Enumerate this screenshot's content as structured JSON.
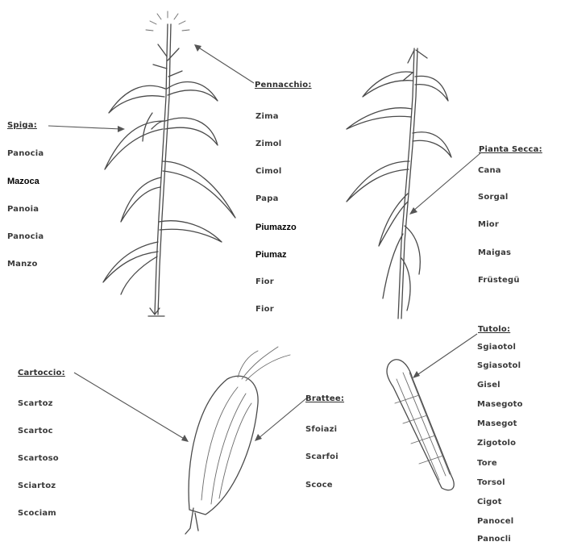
{
  "groups": {
    "spiga": {
      "title": "Spiga:",
      "items": [
        "Panocia",
        "Mazoca",
        "Panoia",
        "Panocia",
        "Manzo"
      ]
    },
    "pennacchio": {
      "title": "Pennacchio:",
      "items": [
        "Zima",
        "Zimol",
        "Cimol",
        "Papa",
        "Piumazzo",
        "Piumaz",
        "Fior",
        "Fior"
      ]
    },
    "pianta_secca": {
      "title": "Pianta Secca:",
      "items": [
        "Cana",
        "Sorgal",
        "Mior",
        "Maigas",
        "Früstegü"
      ]
    },
    "cartoccio": {
      "title": "Cartoccio:",
      "items": [
        "Scartoz",
        "Scartoc",
        "Scartoso",
        "Sciartoz",
        "Scociam"
      ]
    },
    "brattee": {
      "title": "Brattee:",
      "items": [
        "Sfoiazi",
        "Scarfoi",
        "Scoce"
      ]
    },
    "tutolo": {
      "title": "Tutolo:",
      "items": [
        "Sgiaotol",
        "Sgiasotol",
        "Gisel",
        "Masegoto",
        "Masegot",
        "Zigotolo",
        "Tore",
        "Torsol",
        "Cigot",
        "Panocel",
        "Panocli"
      ]
    }
  }
}
